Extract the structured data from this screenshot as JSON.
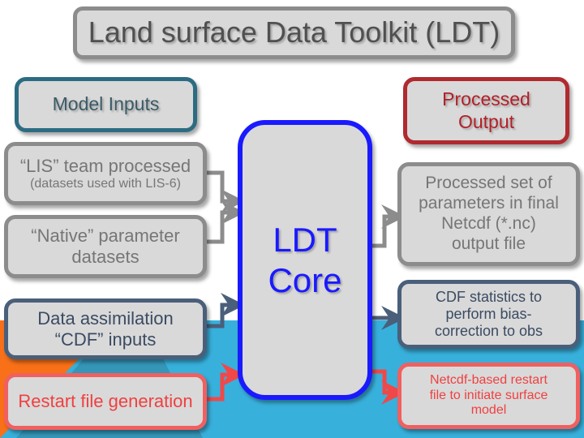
{
  "title": "Land surface Data Toolkit (LDT)",
  "colors": {
    "background": "#ffffff",
    "band_blue": "#38b0dc",
    "band_dark_blue": "#3596b8",
    "band_orange": "#f87018",
    "box_fill": "#d9d9d9",
    "core_border": "#1a1aff",
    "gray_border": "#8c8c8c",
    "teal_border": "#2c6c82",
    "slate_border": "#4a5f7a",
    "red_border": "#b02a30",
    "salmon_border": "#f06060"
  },
  "headers": {
    "inputs": "Model Inputs",
    "outputs": [
      "Processed",
      "Output"
    ]
  },
  "core": [
    "LDT",
    "Core"
  ],
  "inputs": [
    {
      "id": "lis-processed",
      "lines": [
        "“LIS” team processed",
        "(datasets used with LIS-6)"
      ]
    },
    {
      "id": "native-params",
      "lines": [
        "“Native” parameter",
        "datasets"
      ]
    },
    {
      "id": "da-cdf-inputs",
      "lines": [
        "Data assimilation",
        "“CDF” inputs"
      ]
    },
    {
      "id": "restart-gen",
      "lines": [
        "Restart file generation"
      ]
    }
  ],
  "outputs": [
    {
      "id": "processed-params",
      "lines": [
        "Processed set of",
        "parameters in final",
        "Netcdf (*.nc)",
        "output file"
      ]
    },
    {
      "id": "cdf-stats",
      "lines": [
        "CDF statistics to",
        "perform bias-",
        "correction to obs"
      ]
    },
    {
      "id": "netcdf-restart",
      "lines": [
        "Netcdf-based restart",
        "file to initiate surface",
        "model"
      ]
    }
  ]
}
